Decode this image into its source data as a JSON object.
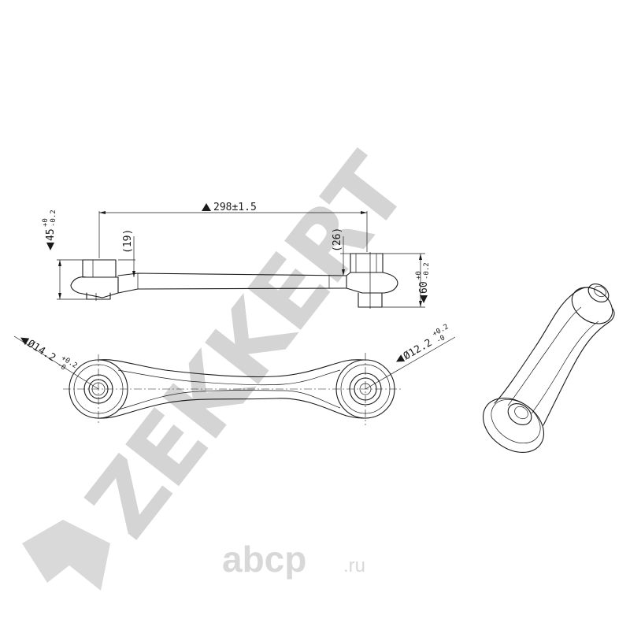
{
  "watermark": {
    "brand": "ZEKKERT",
    "site": "abcp",
    "site_tld": ".ru",
    "color": "#d4d4d4"
  },
  "dimensions": {
    "length": "298±1.5",
    "height_left": "45",
    "height_left_tol_upper": "+0",
    "height_left_tol_lower": "-0.2",
    "height_right": "60",
    "height_right_tol_upper": "+0",
    "height_right_tol_lower": "-0.2",
    "offset_left": "(19)",
    "offset_right": "(26)",
    "bore_left": "Ø14.2",
    "bore_left_tol_upper": "+0.2",
    "bore_left_tol_lower": "-0",
    "bore_right": "Ø12.2",
    "bore_right_tol_upper": "+0.2",
    "bore_right_tol_lower": "-0"
  },
  "colors": {
    "line": "#1a1a1a",
    "background": "#ffffff"
  }
}
